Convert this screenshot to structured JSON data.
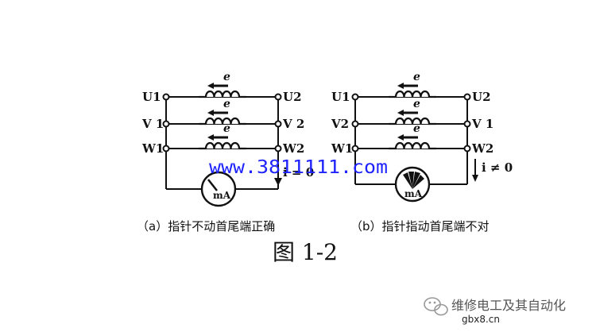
{
  "diagram_a": {
    "left_terminals": [
      "U1",
      "V 1",
      "W1"
    ],
    "right_terminals": [
      "U2",
      "V 2",
      "W2"
    ],
    "emf_label": "e",
    "meter_label": "mA",
    "current_label": "i = 0",
    "caption": "（a）指针不动首尾端正确"
  },
  "diagram_b": {
    "left_terminals": [
      "U1",
      "V2",
      "W1"
    ],
    "right_terminals": [
      "U2",
      "V 1",
      "W2"
    ],
    "emf_label": "e",
    "meter_label": "mA",
    "current_label": "i ≠ 0",
    "caption": "（b）指针指动首尾端不对"
  },
  "figure_title": "图 1-2",
  "watermark": "www.3811111.com",
  "brand": "维修电工及其自动化",
  "site": "gbx8.cn",
  "colors": {
    "ink": "#111111",
    "watermark": "#1f24ff"
  }
}
